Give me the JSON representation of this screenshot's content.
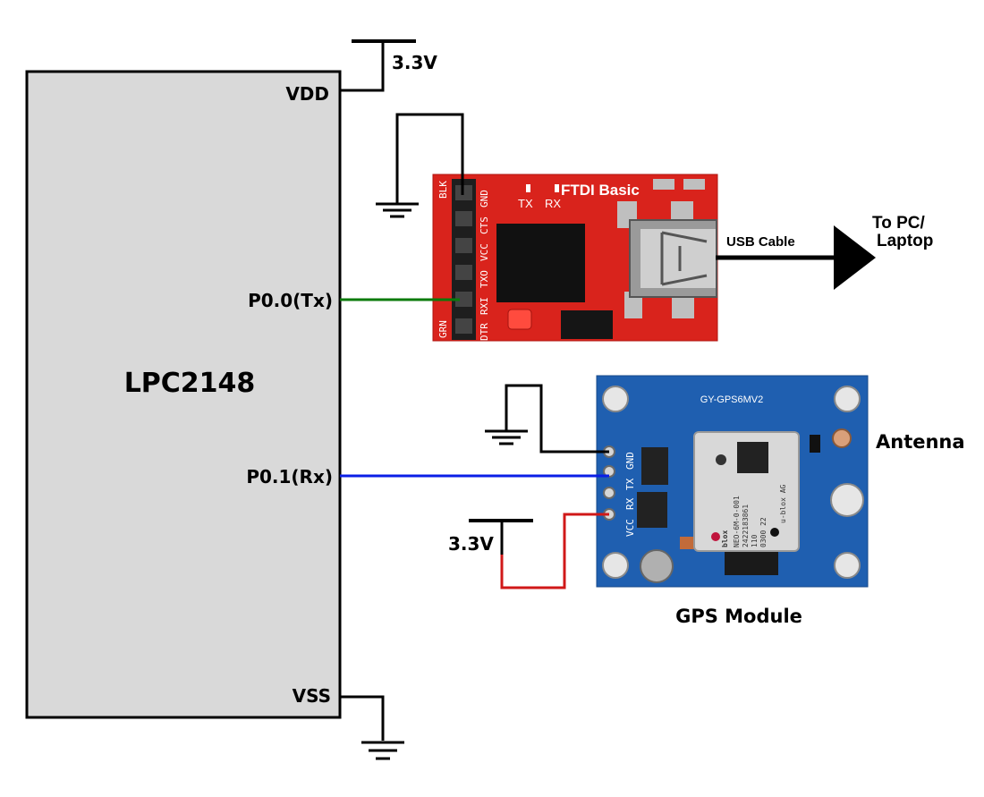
{
  "mcu": {
    "name": "LPC2148",
    "vdd_label": "VDD",
    "vss_label": "VSS",
    "tx_pin_label": "P0.0(Tx)",
    "rx_pin_label": "P0.1(Rx)"
  },
  "supply": {
    "mcu_voltage_label": "3.3V",
    "gps_voltage_label": "3.3V"
  },
  "ftdi": {
    "title": "FTDI Basic",
    "led_tx": "TX",
    "led_rx": "RX",
    "pins": [
      "BLK",
      "GND",
      "CTS",
      "VCC",
      "TXO",
      "RXI",
      "DTR",
      "GRN"
    ],
    "cable_label": "USB Cable",
    "destination_line1": "To PC/",
    "destination_line2": "Laptop"
  },
  "gps": {
    "board_name": "GY-GPS6MV2",
    "module_label": "GPS Module",
    "antenna_label": "Antenna",
    "pins": [
      "GND",
      "TX",
      "RX",
      "VCC"
    ],
    "chip_brand": "blox",
    "chip_lines": [
      "NEO-6M-0-001",
      "2422183861",
      "110",
      "0300 22"
    ],
    "chip_vendor": "u-blox AG"
  },
  "colors": {
    "tx_wire": "#0a7a0a",
    "rx_wire": "#0a1ee6",
    "vcc_wire": "#d01818",
    "ftdi_board": "#d9231c",
    "gps_board": "#1f5fb0"
  }
}
